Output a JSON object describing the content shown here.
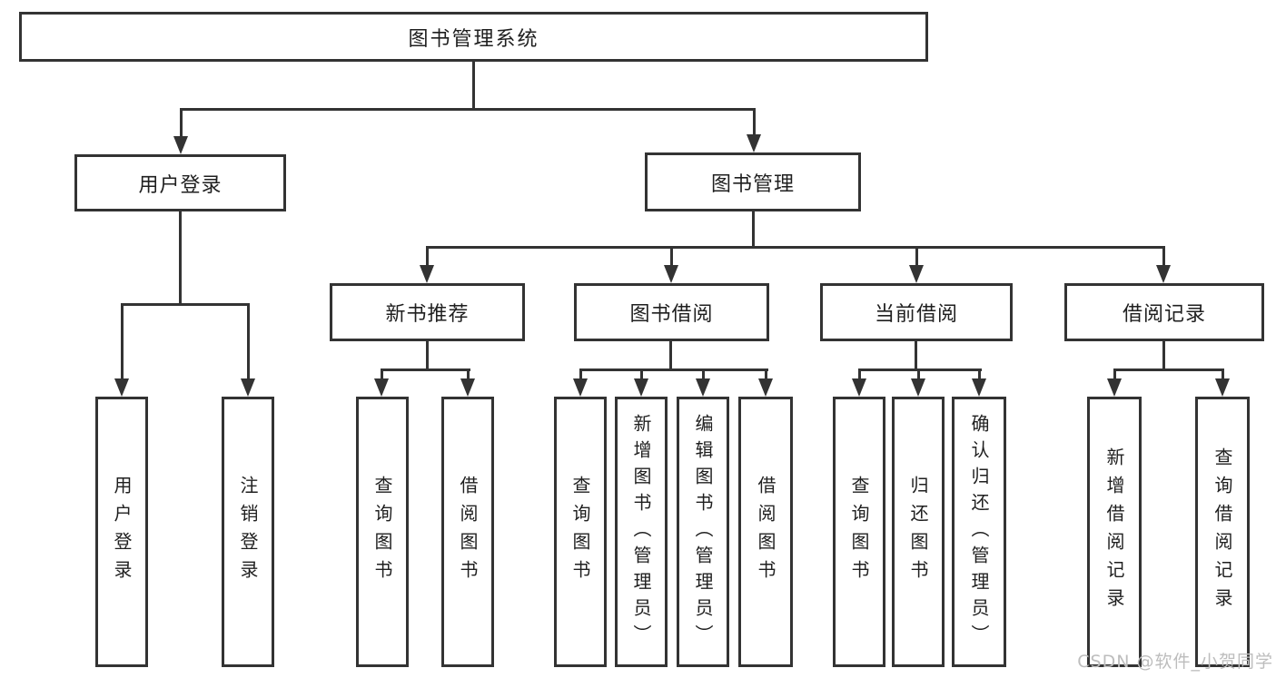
{
  "diagram_title": "图书管理系统",
  "nodes": {
    "root": "图书管理系统",
    "user_login": "用户登录",
    "book_mgmt": "图书管理",
    "new_book_rec": "新书推荐",
    "book_borrow": "图书借阅",
    "current_borrow": "当前借阅",
    "borrow_records": "借阅记录",
    "leaf_user_login": "用户登录",
    "leaf_logout": "注销登录",
    "leaf_nbr_query": "查询图书",
    "leaf_nbr_borrow": "借阅图书",
    "leaf_bb_query": "查询图书",
    "leaf_bb_add": "新增图书（管理员）",
    "leaf_bb_edit": "编辑图书（管理员）",
    "leaf_bb_borrow": "借阅图书",
    "leaf_cb_query": "查询图书",
    "leaf_cb_return": "归还图书",
    "leaf_cb_confirm": "确认归还（管理员）",
    "leaf_br_add": "新增借阅记录",
    "leaf_br_query": "查询借阅记录"
  },
  "hierarchy": {
    "图书管理系统": {
      "用户登录": [
        "用户登录",
        "注销登录"
      ],
      "图书管理": {
        "新书推荐": [
          "查询图书",
          "借阅图书"
        ],
        "图书借阅": [
          "查询图书",
          "新增图书（管理员）",
          "编辑图书（管理员）",
          "借阅图书"
        ],
        "当前借阅": [
          "查询图书",
          "归还图书",
          "确认归还（管理员）"
        ],
        "借阅记录": [
          "新增借阅记录",
          "查询借阅记录"
        ]
      }
    }
  },
  "watermark": "CSDN @软件_小贺同学",
  "colors": {
    "line": "#333333",
    "text": "#1f1f1f",
    "background": "#ffffff",
    "watermark": "#bdbdbd"
  }
}
